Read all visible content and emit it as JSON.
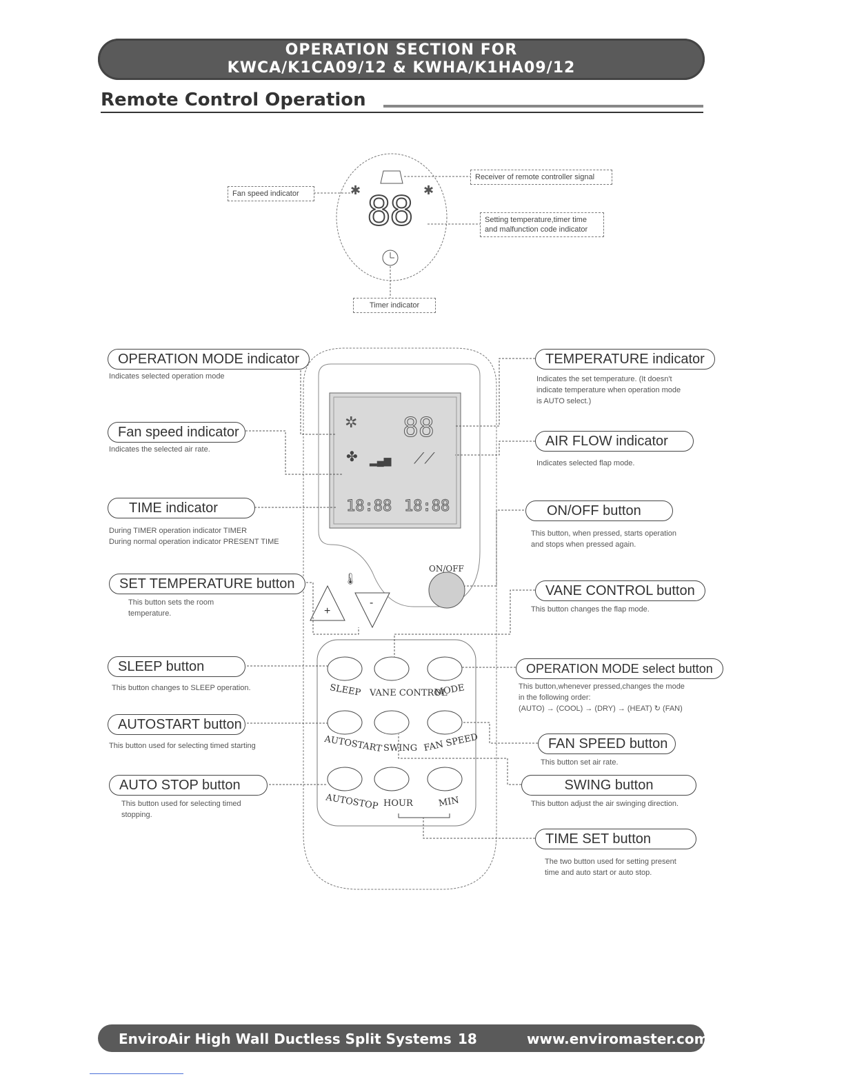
{
  "header": {
    "line1": "OPERATION SECTION FOR",
    "line2": "KWCA/K1CA09/12 & KWHA/K1HA09/12"
  },
  "section_title": "Remote Control Operation",
  "receiver_diagram": {
    "display_digits": "88",
    "labels": {
      "fan_speed": "Fan speed indicator",
      "receiver": "Receiver of remote controller signal",
      "setting_temp_line1": "Setting temperature,timer time",
      "setting_temp_line2": "and malfunction code indicator",
      "timer": "Timer indicator"
    }
  },
  "remote": {
    "lcd_digits_top": "88",
    "lcd_digits_bottom_left": "18:88",
    "lcd_digits_bottom_right": "18:88",
    "on_off_label": "ON/OFF",
    "plus": "+",
    "minus": "-",
    "button_labels": {
      "sleep": "SLEEP",
      "vane_control": "VANE CONTROL",
      "mode": "MODE",
      "autostart": "AUTOSTART",
      "swing": "SWING",
      "fan_speed": "FAN SPEED",
      "autostop": "AUTOSTOP",
      "hour": "HOUR",
      "min": "MIN"
    }
  },
  "left_callouts": {
    "operation_mode": {
      "title": "OPERATION MODE indicator",
      "desc": "Indicates selected operation mode"
    },
    "fan_speed": {
      "title": "Fan speed indicator",
      "desc": "Indicates the selected air rate."
    },
    "time": {
      "title": "TIME indicator",
      "desc1": "During TIMER operation    indicator TIMER",
      "desc2": "During normal operation   indicator PRESENT TIME"
    },
    "set_temp": {
      "title": "SET TEMPERATURE button",
      "desc1": "This button sets the room",
      "desc2": "temperature."
    },
    "sleep": {
      "title": "SLEEP button",
      "desc": "This button changes to SLEEP operation."
    },
    "autostart": {
      "title": "AUTOSTART button",
      "desc": "This button used for selecting timed starting"
    },
    "autostop": {
      "title": "AUTO STOP button",
      "desc1": "This button used for selecting timed",
      "desc2": "stopping."
    }
  },
  "right_callouts": {
    "temperature": {
      "title": "TEMPERATURE indicator",
      "desc1": "Indicates the set temperature. (It doesn't",
      "desc2": "indicate temperature when operation mode",
      "desc3": "is AUTO select.)"
    },
    "air_flow": {
      "title": "AIR FLOW indicator",
      "desc": "Indicates selected flap mode."
    },
    "on_off": {
      "title": "ON/OFF button",
      "desc1": "This button, when pressed, starts operation",
      "desc2": "and stops when pressed again."
    },
    "vane_control": {
      "title": "VANE CONTROL button",
      "desc": "This button changes the flap mode."
    },
    "operation_mode_select": {
      "title": "OPERATION MODE select button",
      "desc1": "This button,whenever pressed,changes the mode",
      "desc2": "in the following order:",
      "desc3": "(AUTO) → (COOL) → (DRY) → (HEAT) ↻ (FAN)"
    },
    "fan_speed": {
      "title": "FAN SPEED button",
      "desc": "This button set air rate."
    },
    "swing": {
      "title": "SWING button",
      "desc": "This button adjust the air swinging direction."
    },
    "time_set": {
      "title": "TIME SET button",
      "desc1": "The two button used for setting present",
      "desc2": "time and auto start or auto stop."
    }
  },
  "footer": {
    "left": "EnviroAir High Wall Ductless Split Systems",
    "page": "18",
    "url": "www.enviromaster.com"
  }
}
